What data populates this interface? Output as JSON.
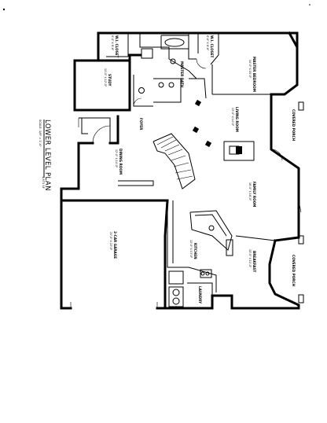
{
  "plan": {
    "title": "LOWER LEVEL PLAN",
    "scale": "SCALE: 1/8\" = 1'-0\"",
    "area": "1,871 SF",
    "rooms": {
      "wi_closet_1": {
        "name": "W.I. CLOSET",
        "dim": "6'-0\" X 8'-6\""
      },
      "wi_closet_2": {
        "name": "W.I. CLOSET",
        "dim": "6'-6\" X 8'-6\""
      },
      "master_bath": {
        "name": "MASTER BATH"
      },
      "master_bedroom": {
        "name": "MASTER BEDROOM",
        "dim": "14'-0\" X 16'-0\""
      },
      "study": {
        "name": "STUDY",
        "dim": "11'-0\" X 12'-0\""
      },
      "living_room": {
        "name": "LIVING ROOM",
        "dim": "13'-0\" X 14'-0\""
      },
      "dining_room": {
        "name": "DINING ROOM",
        "dim": "12'-0\" X 14'-0\""
      },
      "family_room": {
        "name": "FAMILY ROOM",
        "dim": "16'-0\" X 18'-0\""
      },
      "garage": {
        "name": "2-CAR GARAGE",
        "dim": "21'-0\" X 22'-0\""
      },
      "kitchen": {
        "name": "KITCHEN",
        "dim": "12'-0\" X 13'-0\""
      },
      "breakfast": {
        "name": "BREAKFAST",
        "dim": "10'-0\" X 11'-0\""
      },
      "laundry": {
        "name": "LAUNDRY"
      },
      "foyer": {
        "name": "FOYER"
      },
      "covered_porch_1": {
        "name": "COVERED PORCH"
      },
      "covered_porch_2": {
        "name": "COVERED PORCH"
      }
    }
  }
}
